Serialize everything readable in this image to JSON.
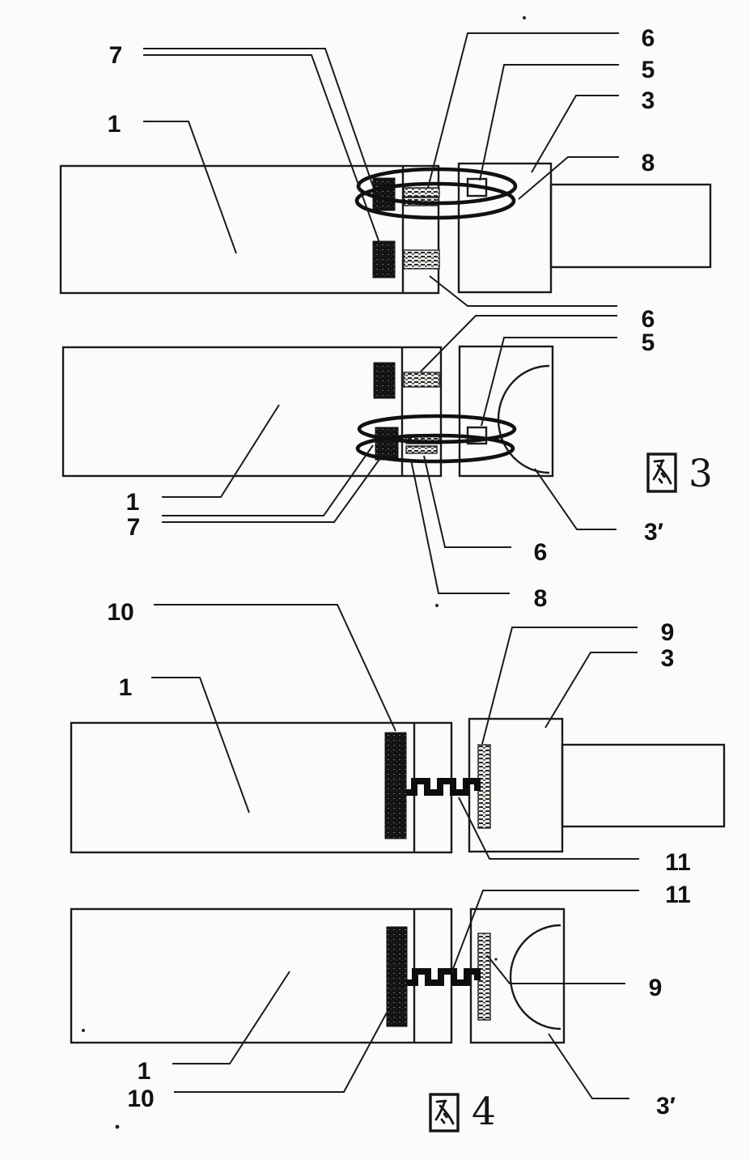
{
  "colors": {
    "ink": "#1b1b1b",
    "paper": "#fbfbf9"
  },
  "fig3": {
    "caption": "图 3",
    "caption_char": "图",
    "caption_number": "3",
    "labels": {
      "top_7": "7",
      "top_1": "1",
      "tr_6": "6",
      "tr_5": "5",
      "tr_3": "3",
      "tr_8": "8",
      "mid_6": "6",
      "mid_5": "5",
      "bottom_left_1": "1",
      "bottom_left_7": "7",
      "bottom_6": "6",
      "bottom_8": "8",
      "right_3_prime": "3′"
    }
  },
  "fig4": {
    "caption": "图 4",
    "caption_char": "图",
    "caption_number": "4",
    "labels": {
      "top_10": "10",
      "top_1": "1",
      "tr_9": "9",
      "tr_3": "3",
      "mid_11_upper": "11",
      "mid_11_lower": "11",
      "right_9": "9",
      "bottom_left_1": "1",
      "bottom_left_10": "10",
      "right_3_prime": "3′"
    }
  }
}
